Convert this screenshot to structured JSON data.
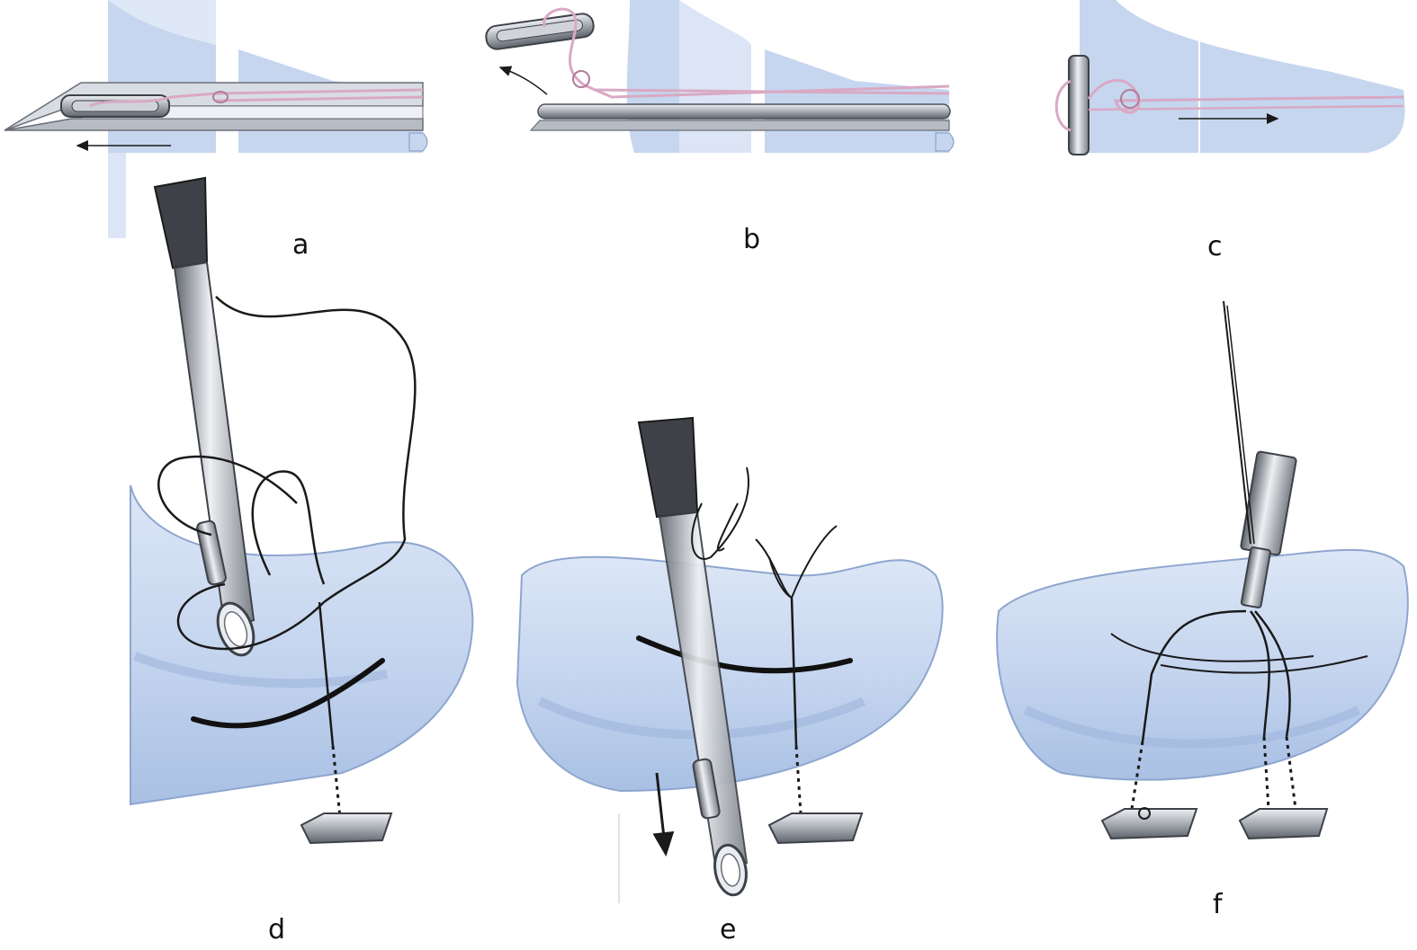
{
  "figure": {
    "panels": [
      {
        "id": "a",
        "label": "a"
      },
      {
        "id": "b",
        "label": "b"
      },
      {
        "id": "c",
        "label": "c"
      },
      {
        "id": "d",
        "label": "d"
      },
      {
        "id": "e",
        "label": "e"
      },
      {
        "id": "f",
        "label": "f"
      }
    ]
  },
  "colors": {
    "tissue": "#c6d6ef",
    "tissue_dark": "#a9c0e4",
    "tissue_edge": "#7f98c4",
    "metal": "#a7acb3",
    "metal_light": "#e6e9ee",
    "metal_dark": "#4b5058",
    "suture_pink": "#d9a9c4",
    "suture_dark": "#1a1a1a",
    "background": "#ffffff"
  },
  "icons": [
    "needle-icon",
    "t-fastener-icon",
    "suture-knot-icon",
    "direction-arrow-icon"
  ]
}
